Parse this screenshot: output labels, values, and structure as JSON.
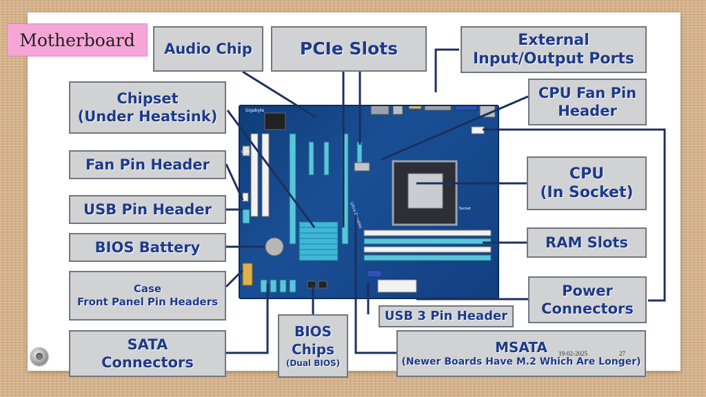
{
  "slide": {
    "title": "Motherboard",
    "date": "19-02-2025",
    "page_number": "27"
  },
  "labels": {
    "audio_chip": "Audio Chip",
    "pcie_slots": "PCIe Slots",
    "external_ports": [
      "External",
      "Input/Output Ports"
    ],
    "chipset": [
      "Chipset",
      "(Under Heatsink)"
    ],
    "cpu_fan_pin_header": [
      "CPU Fan Pin",
      "Header"
    ],
    "fan_pin_header": "Fan Pin Header",
    "cpu": [
      "CPU",
      "(In Socket)"
    ],
    "usb_pin_header": "USB Pin Header",
    "bios_battery": "BIOS Battery",
    "ram_slots": "RAM Slots",
    "case_front_panel": [
      "Case",
      "Front Panel Pin Headers"
    ],
    "power_connectors": [
      "Power",
      "Connectors"
    ],
    "usb3_pin_header": "USB 3 Pin Header",
    "bios_chips": [
      "BIOS",
      "Chips",
      "(Dual BIOS)"
    ],
    "sata_connectors": [
      "SATA",
      "Connectors"
    ],
    "msata": [
      "MSATA",
      "(Newer Boards Have M.2 Which Are Longer)"
    ]
  },
  "board_silkscreen": {
    "brand": "Gigabyte",
    "series": "Ultra Durable",
    "port": "COM",
    "socket": "Socket"
  },
  "colors": {
    "label_fill": "#d1d2d4",
    "label_border": "#6f7580",
    "label_text": "#1d3a8a",
    "leader_line": "#1c2f5e",
    "title_tag": "#f6a6d6",
    "board": "#1a4f95"
  }
}
